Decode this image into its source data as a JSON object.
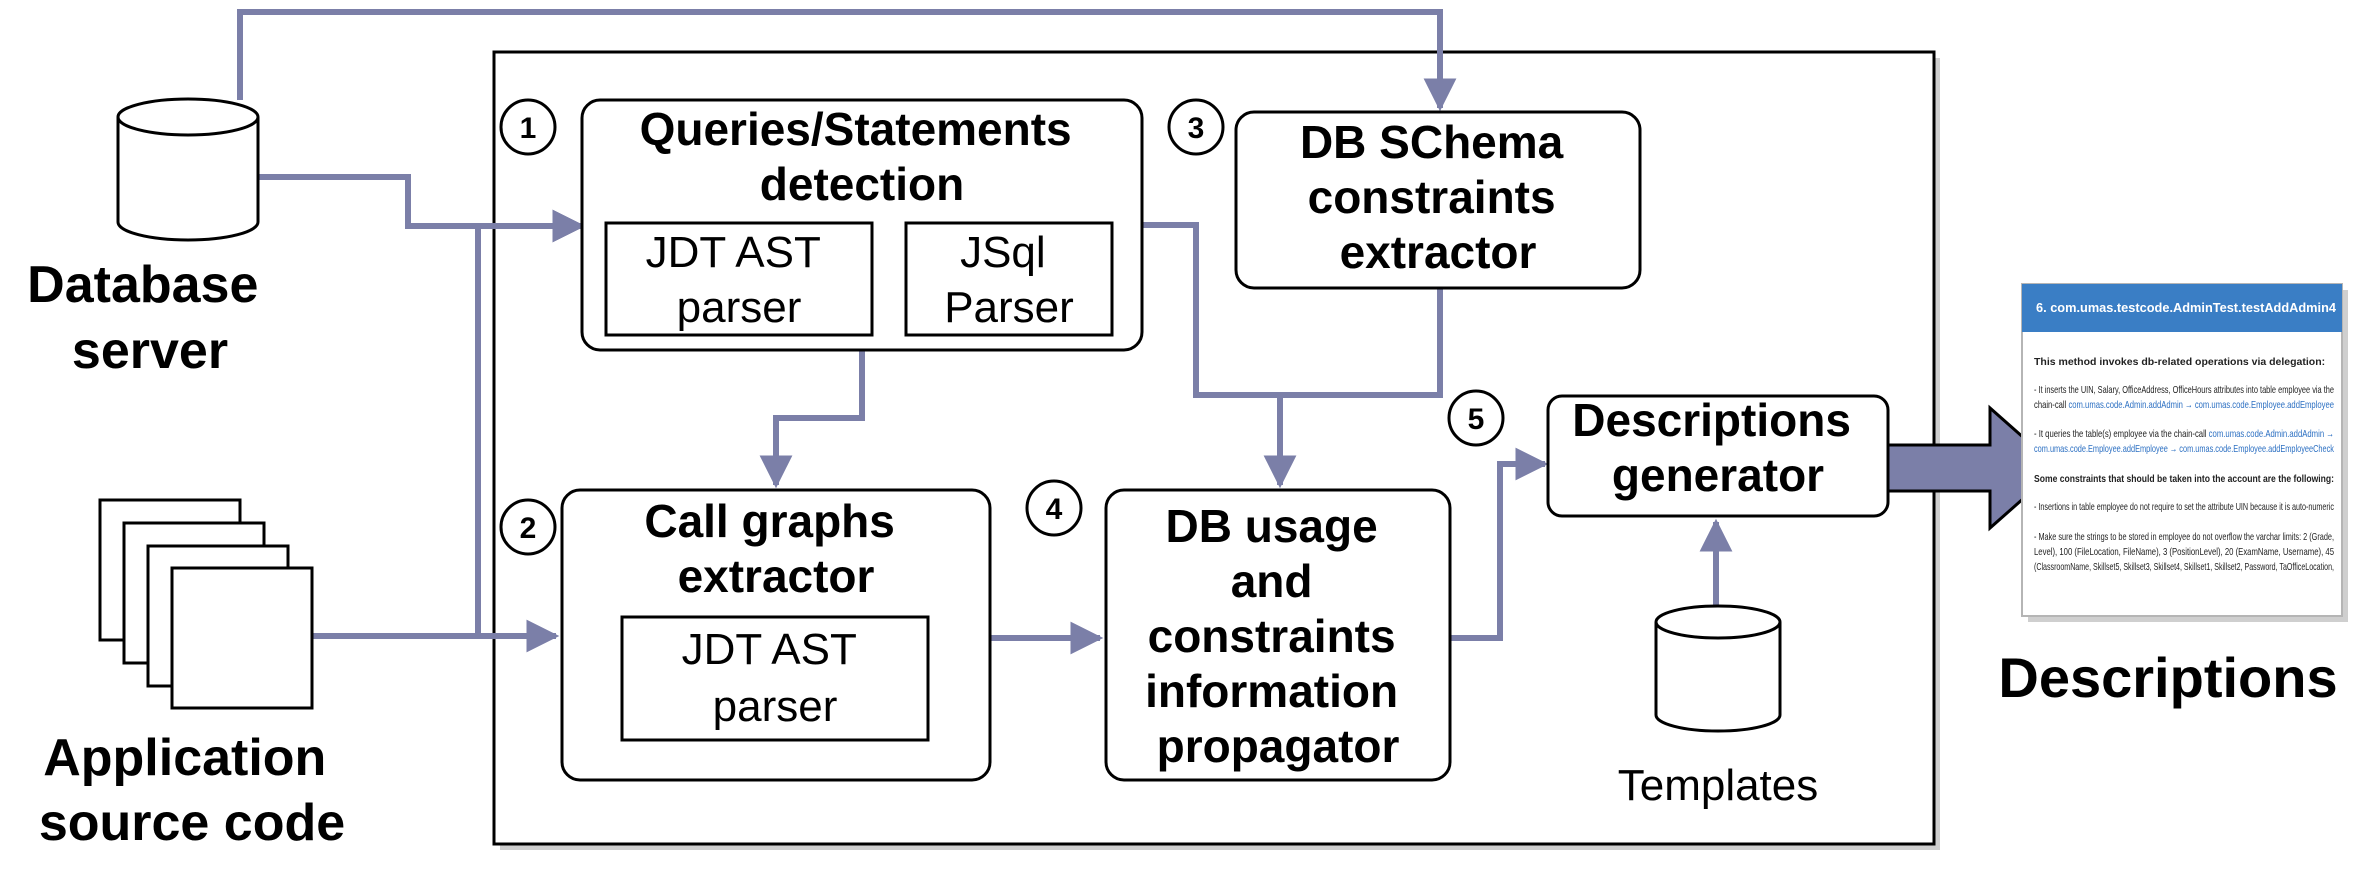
{
  "sources": {
    "database": [
      "Database",
      "server"
    ],
    "application": [
      "Application",
      "source code"
    ]
  },
  "steps": {
    "s1": "1",
    "s2": "2",
    "s3": "3",
    "s4": "4",
    "s5": "5"
  },
  "modules": {
    "queries_detection": [
      "Queries/Statements",
      "detection"
    ],
    "jdt_parser_1": [
      "JDT AST",
      "parser"
    ],
    "jsql_parser": [
      "JSql",
      "Parser"
    ],
    "schema_extractor": [
      "DB SChema",
      "constraints",
      "extractor"
    ],
    "call_graphs": [
      "Call graphs",
      "extractor"
    ],
    "jdt_parser_2": [
      "JDT AST",
      "parser"
    ],
    "propagator": [
      "DB usage",
      "and",
      "constraints",
      "information",
      "propagator"
    ],
    "generator": [
      "Descriptions",
      "generator"
    ]
  },
  "templates_label": "Templates",
  "output_label": "Descriptions",
  "document": {
    "title": "6.  com.umas.testcode.AdminTest.testAddAdmin4",
    "intro": "This method invokes db-related operations via delegation:",
    "item1_a": "- It inserts the UIN, Salary, OfficeAddress, OfficeHours attributes into table employee via the",
    "item1_b_plain": "chain-call ",
    "item1_b_link": "com.umas.code.Admin.addAdmin → com.umas.code.Employee.addEmployee",
    "item2_a_plain": "- It queries the table(s) employee via the chain-call ",
    "item2_a_link": "com.umas.code.Admin.addAdmin →",
    "item2_b_link": "com.umas.code.Employee.addEmployee → com.umas.code.Employee.addEmployeeCheck",
    "constraints_heading": "Some constraints that should be taken into the account are the following:",
    "c1": "- Insertions in table employee do not require to set the attribute UIN because it is auto-numeric",
    "c2_a": "- Make sure the strings to be stored in employee do not overflow the varchar limits: 2 (Grade,",
    "c2_b": "Level), 100 (FileLocation, FileName), 3 (PositionLevel), 20 (ExamName, Username), 45",
    "c2_c": "(ClassroomName, Skillset5, Skillset3, Skillset4, Skillset1, Skillset2, Password, TaOfficeLocation,"
  },
  "colors": {
    "arrow": "#7b7fa8",
    "frame": "#000000",
    "doc_header": "#3a7ec5"
  }
}
